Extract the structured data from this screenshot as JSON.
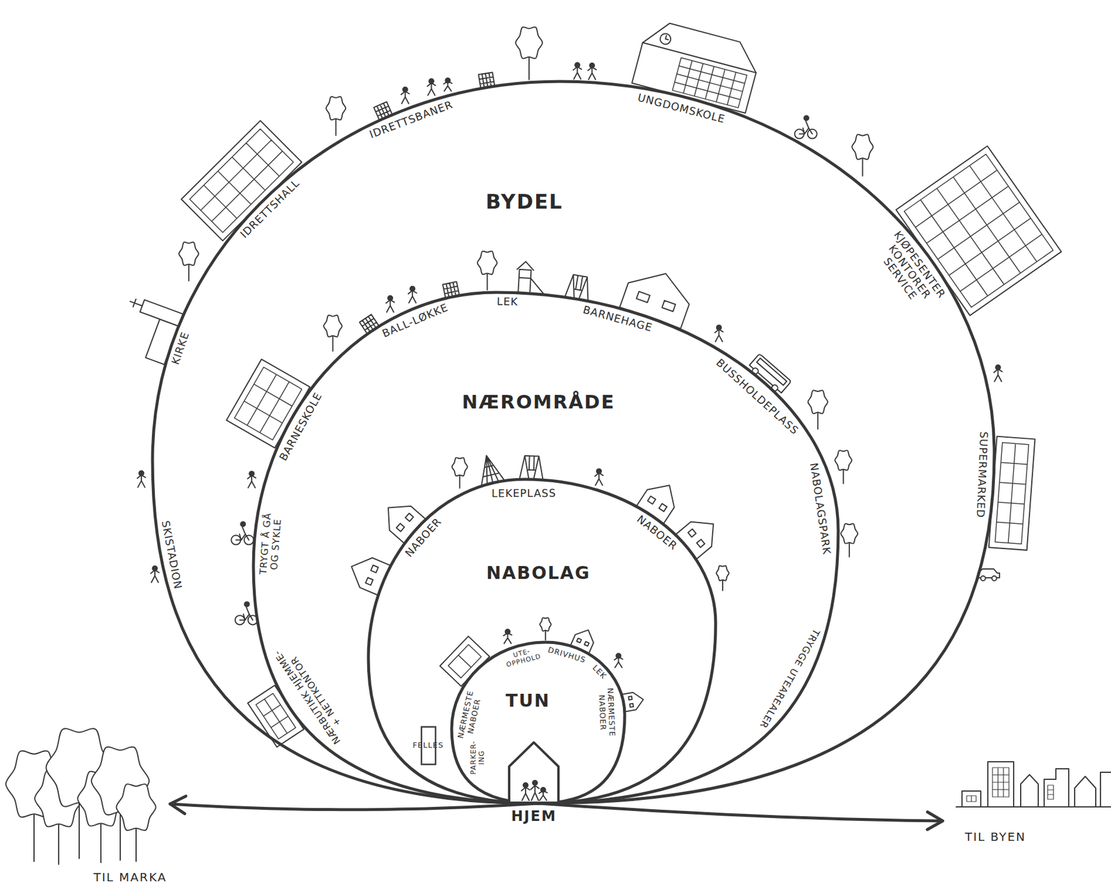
{
  "diagram": {
    "nodes": [
      {
        "text": [
          "BYDEL"
        ]
      },
      {
        "text": [
          "NÆROMRÅDE"
        ],
        "in": 0
      },
      {
        "text": [
          "NABOLAG"
        ],
        "in": 1
      },
      {
        "text": [
          "TUN"
        ],
        "in": 2
      },
      {
        "text": [
          "FELLES"
        ],
        "in": 2
      },
      {
        "text": [
          "HJEM"
        ],
        "in": 3
      }
    ],
    "labels": [
      "IDRETTSHALL",
      "IDRETTSBANER",
      "UNGDOMSKOLE",
      "KJØPESENTER KONTORER SERVICE",
      "SUPERMARKED",
      "KIRKE",
      "SKISTADION",
      "BALL-LØKKE",
      "LEK",
      "BARNEHAGE",
      "BUSSHOLDEPLASS",
      "NABOLAGSPARK",
      "TRYGGE UTEAREALER",
      "BARNESKOLE",
      "TRYGT Å GÅ OG SYKLE",
      "NÆRBUTIKK HJEMME- + NETTKONTOR",
      "NABOER",
      "LEKEPLASS",
      "NABOER",
      "UTE- OPPHOLD",
      "DRIVHUS",
      "LEK",
      "NÆRMESTE NABOER",
      "NÆRMESTE NABOER",
      "PARKER- ING",
      "TIL MARKA",
      "TIL BYEN"
    ]
  }
}
